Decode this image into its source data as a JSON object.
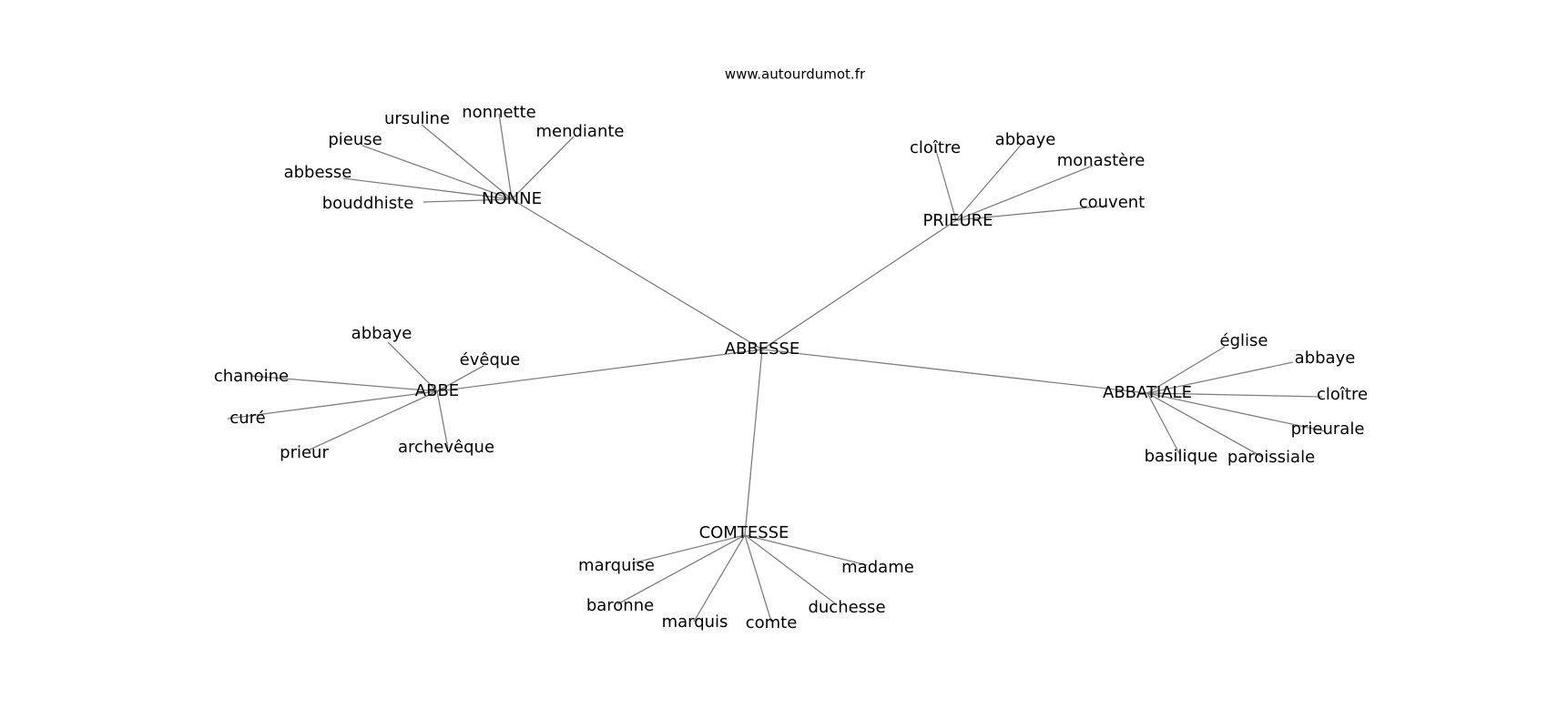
{
  "site": "www.autourdumot.fr",
  "colors": {
    "edge": "#808080",
    "text": "#000000",
    "background": "#ffffff"
  },
  "graph": {
    "center": "ABBESSE",
    "groups": [
      {
        "hub": "NONNE",
        "words": [
          "nonnette",
          "ursuline",
          "mendiante",
          "pieuse",
          "abbesse",
          "bouddhiste"
        ]
      },
      {
        "hub": "PRIEURE",
        "words": [
          "cloître",
          "abbaye",
          "monastère",
          "couvent"
        ]
      },
      {
        "hub": "ABBE",
        "words": [
          "abbaye",
          "évêque",
          "chanoine",
          "curé",
          "prieur",
          "archevêque"
        ]
      },
      {
        "hub": "ABBATIALE",
        "words": [
          "église",
          "abbaye",
          "cloître",
          "prieurale",
          "basilique",
          "paroissiale"
        ]
      },
      {
        "hub": "COMTESSE",
        "words": [
          "marquise",
          "madame",
          "baronne",
          "duchesse",
          "marquis",
          "comte"
        ]
      }
    ]
  }
}
